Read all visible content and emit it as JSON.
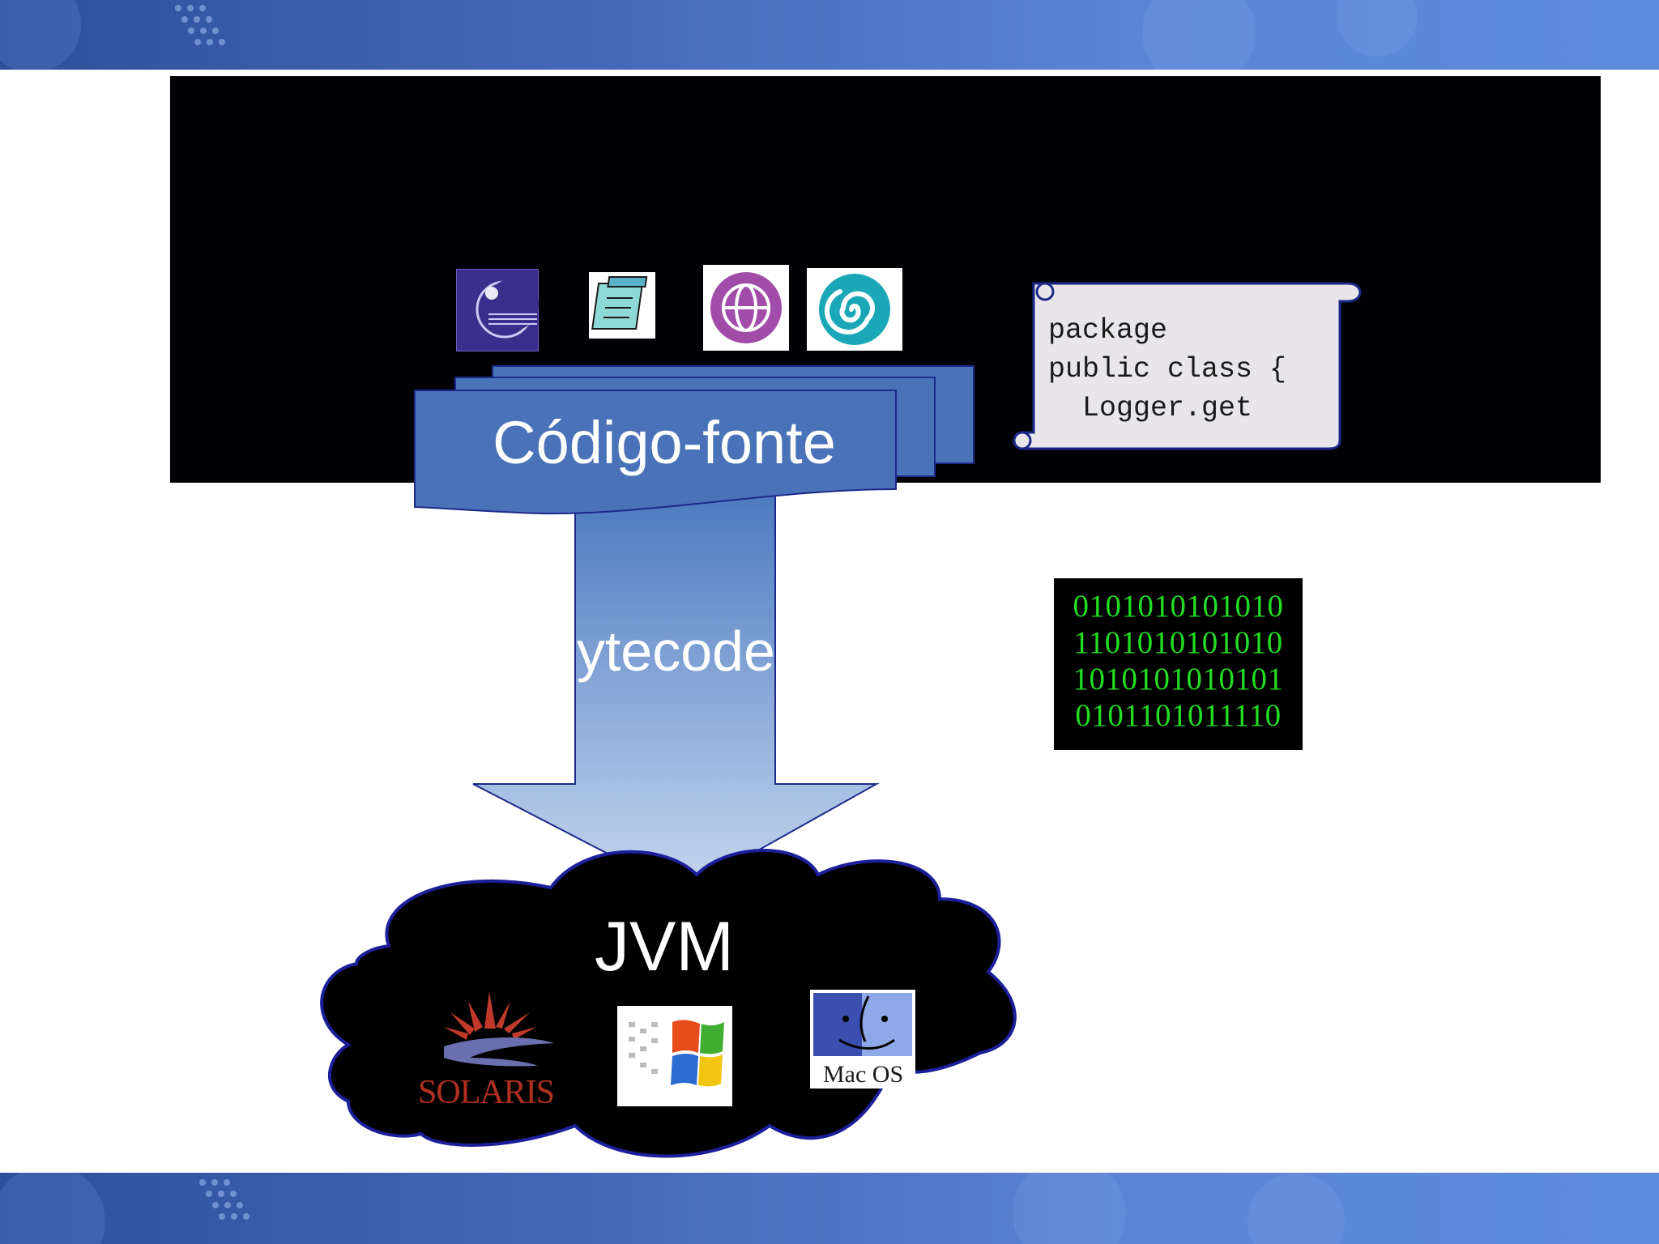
{
  "slide": {
    "source_label": "Código-fonte",
    "bytecode_label": "Bytecode",
    "jvm_label": "JVM",
    "code_snippet": [
      "package",
      "public class {",
      "  Logger.get"
    ],
    "binary_lines": [
      "0101010101010",
      "1101010101010",
      "1010101010101",
      "0101101011110"
    ],
    "platforms": [
      "SOLARIS",
      "Windows",
      "Mac OS"
    ],
    "editor_icons": [
      "eclipse-icon",
      "notepad-icon",
      "globe-icon",
      "spiral-icon"
    ]
  },
  "colors": {
    "band": "#4468b8",
    "doc_blue": "#4a72b9",
    "arrow_top": "#4a78c0",
    "arrow_bottom": "#c6d7ee",
    "binary_green": "#22dd22",
    "cloud_border": "#1b1f9a"
  }
}
